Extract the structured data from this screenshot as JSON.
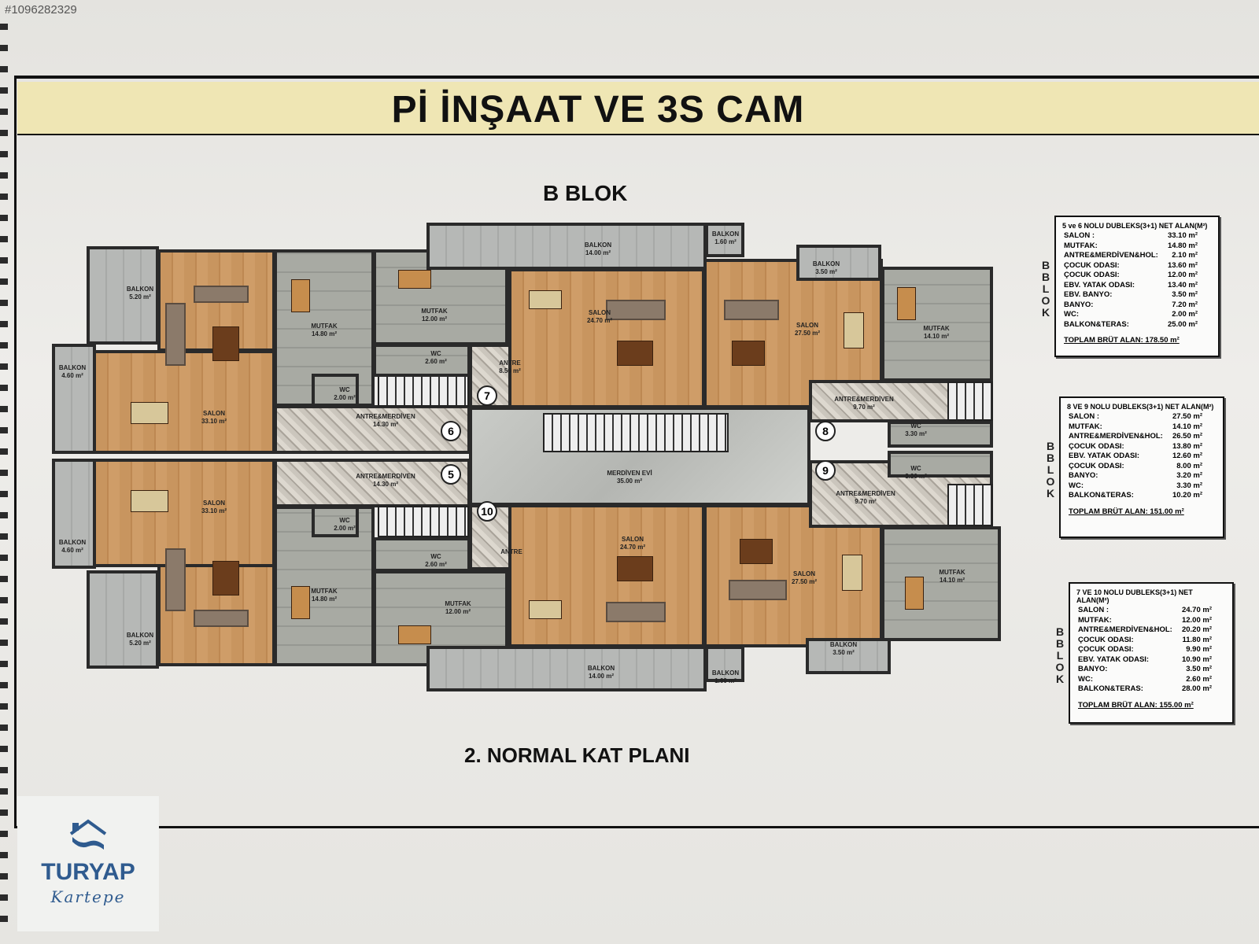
{
  "ad_id": "#1096282329",
  "title": "Pİ İNŞAAT VE 3S CAM",
  "block_title": "B BLOK",
  "plan_title": "2. NORMAL KAT PLANI",
  "vertical_blok": [
    "B",
    "B",
    "L",
    "O",
    "K"
  ],
  "rooms": {
    "balkon_5_20_top": {
      "name": "BALKON",
      "area": "5.20 m²"
    },
    "balkon_4_60_top": {
      "name": "BALKON",
      "area": "4.60 m²"
    },
    "salon_33_10_top": {
      "name": "SALON",
      "area": "33.10 m²"
    },
    "mutfak_14_80_top": {
      "name": "MUTFAK",
      "area": "14.80 m²"
    },
    "mutfak_12_00_top": {
      "name": "MUTFAK",
      "area": "12.00 m²"
    },
    "wc_2_60_top": {
      "name": "WC",
      "area": "2.60 m²"
    },
    "wc_2_00_top": {
      "name": "WC",
      "area": "2.00 m²"
    },
    "antre_14_30_top": {
      "name": "ANTRE&MERDİVEN",
      "area": "14.30 m²"
    },
    "antre_8_50": {
      "name": "ANTRE",
      "area": "8.50 m²"
    },
    "balkon_14_00_top": {
      "name": "BALKON",
      "area": "14.00 m²"
    },
    "balkon_1_60_top": {
      "name": "BALKON",
      "area": "1.60 m²"
    },
    "salon_24_70_top": {
      "name": "SALON",
      "area": "24.70 m²"
    },
    "balkon_3_50_top": {
      "name": "BALKON",
      "area": "3.50 m²"
    },
    "salon_27_50_top": {
      "name": "SALON",
      "area": "27.50 m²"
    },
    "mutfak_14_10_top": {
      "name": "MUTFAK",
      "area": "14.10 m²"
    },
    "antre_9_70_top": {
      "name": "ANTRE&MERDİVEN",
      "area": "9.70 m²"
    },
    "wc_3_30_top": {
      "name": "WC",
      "area": "3.30 m²"
    },
    "merdiven_evi": {
      "name": "MERDİVEN EVİ",
      "area": "35.00 m²"
    },
    "antre_14_30_bot": {
      "name": "ANTRE&MERDİVEN",
      "area": "14.30 m²"
    },
    "wc_3_30_bot": {
      "name": "WC",
      "area": "3.30 m²"
    },
    "antre_9_70_bot": {
      "name": "ANTRE&MERDİVEN",
      "area": "9.70 m²"
    },
    "salon_33_10_bot": {
      "name": "SALON",
      "area": "33.10 m²"
    },
    "balkon_4_60_bot": {
      "name": "BALKON",
      "area": "4.60 m²"
    },
    "wc_2_00_bot": {
      "name": "WC",
      "area": "2.00 m²"
    },
    "wc_2_60_bot": {
      "name": "WC",
      "area": "2.60 m²"
    },
    "antre_bot": {
      "name": "ANTRE",
      "area": ""
    },
    "salon_24_70_bot": {
      "name": "SALON",
      "area": "24.70 m²"
    },
    "salon_27_50_bot": {
      "name": "SALON",
      "area": "27.50 m²"
    },
    "mutfak_14_80_bot": {
      "name": "MUTFAK",
      "area": "14.80 m²"
    },
    "mutfak_12_00_bot": {
      "name": "MUTFAK",
      "area": "12.00 m²"
    },
    "mutfak_14_10_bot": {
      "name": "MUTFAK",
      "area": "14.10 m²"
    },
    "balkon_5_20_bot": {
      "name": "BALKON",
      "area": "5.20 m²"
    },
    "balkon_14_00_bot": {
      "name": "BALKON",
      "area": "14.00 m²"
    },
    "balkon_1_60_bot": {
      "name": "BALKON",
      "area": "1.60 m²"
    },
    "balkon_3_50_bot": {
      "name": "BALKON",
      "area": "3.50 m²"
    }
  },
  "unit_numbers": [
    "5",
    "6",
    "7",
    "8",
    "9",
    "10"
  ],
  "info_boxes": [
    {
      "heading": "5 ve 6 NOLU DUBLEKS(3+1) NET ALAN(M²)",
      "rows": [
        {
          "k": "SALON :",
          "v": "33.10 m²"
        },
        {
          "k": "MUTFAK:",
          "v": "14.80 m²"
        },
        {
          "k": "ANTRE&MERDİVEN&HOL:",
          "v": "2.10 m²"
        },
        {
          "k": "ÇOCUK ODASI:",
          "v": "13.60 m²"
        },
        {
          "k": "ÇOCUK ODASI:",
          "v": "12.00 m²"
        },
        {
          "k": "EBV. YATAK ODASI:",
          "v": "13.40 m²"
        },
        {
          "k": "EBV. BANYO:",
          "v": "3.50 m²"
        },
        {
          "k": "BANYO:",
          "v": "7.20 m²"
        },
        {
          "k": "WC:",
          "v": "2.00 m²"
        },
        {
          "k": "BALKON&TERAS:",
          "v": "25.00 m²"
        }
      ],
      "total": "TOPLAM BRÜT ALAN: 178.50 m²"
    },
    {
      "heading": "8 VE 9 NOLU DUBLEKS(3+1) NET ALAN(M²)",
      "rows": [
        {
          "k": "SALON :",
          "v": "27.50 m²"
        },
        {
          "k": "MUTFAK:",
          "v": "14.10 m²"
        },
        {
          "k": "ANTRE&MERDİVEN&HOL:",
          "v": "26.50 m²"
        },
        {
          "k": "ÇOCUK ODASI:",
          "v": "13.80 m²"
        },
        {
          "k": "EBV. YATAK ODASI:",
          "v": "12.60 m²"
        },
        {
          "k": "ÇOCUK ODASI:",
          "v": "8.00 m²"
        },
        {
          "k": "BANYO:",
          "v": "3.20 m²"
        },
        {
          "k": "WC:",
          "v": "3.30 m²"
        },
        {
          "k": "BALKON&TERAS:",
          "v": "10.20 m²"
        }
      ],
      "total": "TOPLAM BRÜT ALAN: 151.00 m²"
    },
    {
      "heading": "7 VE 10 NOLU DUBLEKS(3+1) NET ALAN(M²)",
      "rows": [
        {
          "k": "SALON :",
          "v": "24.70 m²"
        },
        {
          "k": "MUTFAK:",
          "v": "12.00 m²"
        },
        {
          "k": "ANTRE&MERDİVEN&HOL:",
          "v": "20.20 m²"
        },
        {
          "k": "ÇOCUK ODASI:",
          "v": "11.80 m²"
        },
        {
          "k": "ÇOCUK ODASI:",
          "v": "9.90 m²"
        },
        {
          "k": "EBV. YATAK ODASI:",
          "v": "10.90 m²"
        },
        {
          "k": "BANYO:",
          "v": "3.50 m²"
        },
        {
          "k": "WC:",
          "v": "2.60 m²"
        },
        {
          "k": "BALKON&TERAS:",
          "v": "28.00 m²"
        }
      ],
      "total": "TOPLAM BRÜT ALAN: 155.00 m²"
    }
  ],
  "logo": {
    "name": "TURYAP",
    "sub": "Kartepe"
  },
  "colors": {
    "title_band": "#efe6b4",
    "wood": "#c8955f",
    "tile": "#cfd0cc",
    "logo_blue": "#2f5b8f"
  }
}
